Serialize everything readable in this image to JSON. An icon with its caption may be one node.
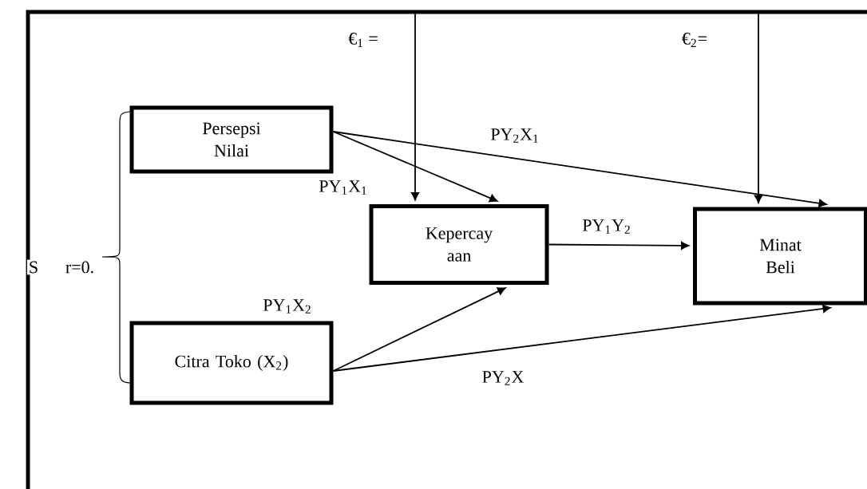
{
  "diagram": {
    "nodes": [
      {
        "text": [
          "Persepsi Nilai"
        ]
      },
      {
        "text": [
          "Kepercay aan"
        ]
      },
      {
        "text": [
          "Minat Beli"
        ]
      },
      {
        "text": [
          "Citra Toko (X$_{2}$)"
        ]
      }
    ],
    "edges": [
      {
        "from": 0,
        "to": 1,
        "arrow": "to",
        "label": "PY$_{1}$X$_{1}$"
      },
      {
        "from": 0,
        "to": 2,
        "arrow": "to",
        "label": "PY$_{2}$X$_{1}$"
      },
      {
        "from": 1,
        "to": 2,
        "arrow": "to",
        "label": "PY$_{1}$Y$_{2}$"
      },
      {
        "from": 3,
        "to": 1,
        "arrow": "to",
        "label": "PY$_{1}$X$_{2}$"
      },
      {
        "from": 3,
        "to": 2,
        "arrow": "to",
        "label": "PY$_{2}$X"
      },
      {
        "from": null,
        "to": 1,
        "arrow": "to"
      },
      {
        "from": null,
        "to": 2,
        "arrow": "to"
      }
    ],
    "labels": [
      "€$_{1}$ =",
      "€$_{2}$=",
      "S",
      "r=0."
    ]
  }
}
